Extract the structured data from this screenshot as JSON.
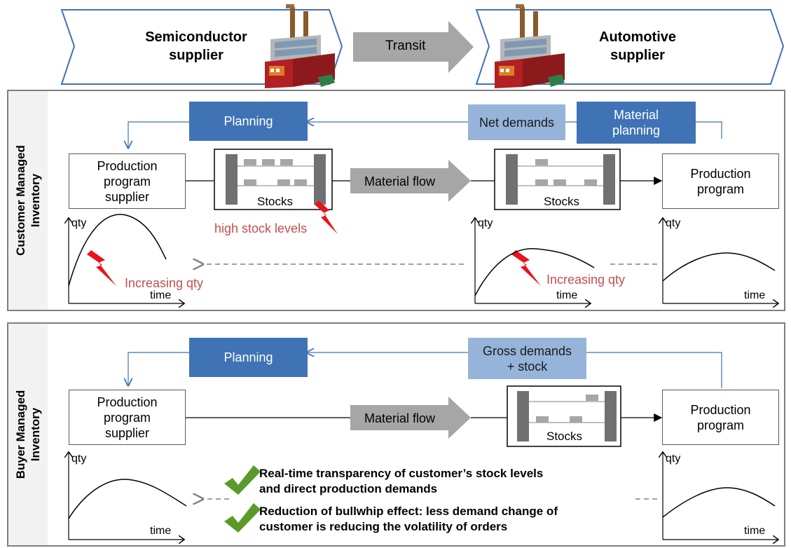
{
  "header": {
    "semiconductor_label": "Semiconductor\nsupplier",
    "transit_label": "Transit",
    "automotive_label": "Automotive\nsupplier"
  },
  "cmi": {
    "side_label": "Customer Managed\nInventory",
    "planning": "Planning",
    "net_demands": "Net demands",
    "material_planning": "Material\nplanning",
    "production_supplier": "Production\nprogram\nsupplier",
    "stocks_left": "Stocks",
    "material_flow": "Material flow",
    "stocks_right": "Stocks",
    "production_program": "Production\nprogram",
    "high_stock": "high stock levels",
    "increasing_left": "Increasing qty",
    "increasing_right": "Increasing qty"
  },
  "bmi": {
    "side_label": "Buyer Managed\nInventory",
    "planning": "Planning",
    "gross_demands": "Gross demands\n+ stock",
    "production_supplier": "Production\nprogram\nsupplier",
    "material_flow": "Material flow",
    "stocks": "Stocks",
    "production_program": "Production\nprogram",
    "bullet1": "Real-time transparency of customer’s stock levels\nand direct production demands",
    "bullet2": "Reduction of bullwhip effect: less demand change of\ncustomer is reducing the volatility of orders"
  },
  "axes": {
    "y": "qty",
    "x": "time"
  },
  "colors": {
    "planning_blue": "#3f73b5",
    "light_blue": "#96b4d9",
    "arrow_grey": "#a6a6a6",
    "warning_red": "#c0504d",
    "check_green": "#5a9a28"
  }
}
